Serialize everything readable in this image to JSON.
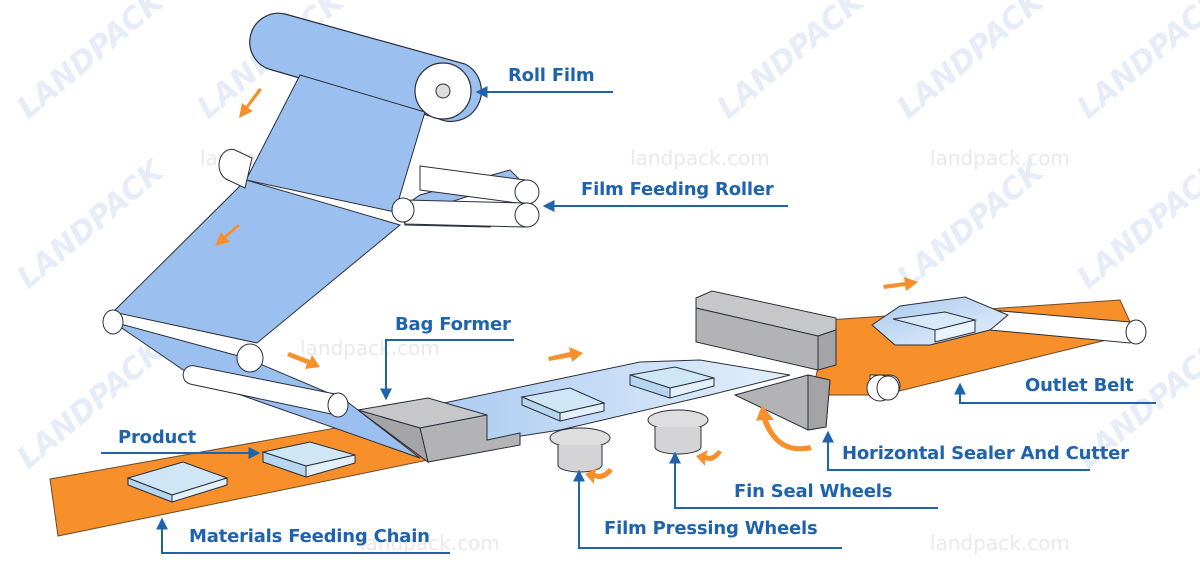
{
  "title": "Horizontal Flow Wrap Machine Working Principle",
  "colors": {
    "label_text": "#1f63ad",
    "leader_line": "#1f63ad",
    "film": "#9bbfee",
    "film_light": "#cfe3f7",
    "belt": "#f7902b",
    "arrow": "#f7902b",
    "machine_gray": "#b3b3b5",
    "product": "#cfe6f7",
    "outline": "#2a2f3a"
  },
  "watermark": {
    "logo": "LANDPACK",
    "site": "landpack.com"
  },
  "labels": {
    "roll_film": "Roll Film",
    "film_feeding_roller": "Film Feeding Roller",
    "bag_former": "Bag Former",
    "product": "Product",
    "outlet_belt": "Outlet Belt",
    "horizontal_sealer": "Horizontal Sealer And Cutter",
    "fin_seal_wheels": "Fin Seal Wheels",
    "film_pressing_wheels": "Film Pressing Wheels",
    "materials_feeding_chain": "Materials Feeding Chain"
  }
}
